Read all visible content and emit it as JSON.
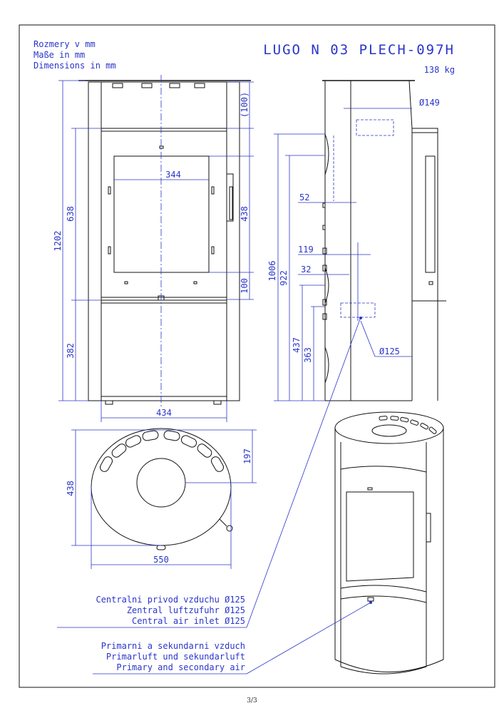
{
  "header": {
    "units": [
      "Rozmery v mm",
      "Maße in mm",
      "Dimensions in mm"
    ],
    "model": "LUGO N 03 PLECH-097H",
    "weight": "138 kg"
  },
  "front_view": {
    "overall_height": "1202",
    "door_height": "638",
    "base_height": "382",
    "top_section": "(100)",
    "window_height": "438",
    "lower_offset": "100",
    "window_width": "344",
    "body_width": "434"
  },
  "side_view": {
    "flue_diameter": "Ø149",
    "depth_offset": "52",
    "height_1006": "1006",
    "height_922": "922",
    "offset_119": "119",
    "offset_32": "32",
    "inlet_height_437": "437",
    "inlet_height_363": "363",
    "inlet_diameter": "Ø125"
  },
  "top_view": {
    "depth": "438",
    "flue_offset": "197",
    "width": "550"
  },
  "notes": {
    "central_inlet": [
      "Centralni privod vzduchu Ø125",
      "Zentral luftzufuhr Ø125",
      "Central air inlet Ø125"
    ],
    "primary_air": [
      "Primarni a sekundarni vzduch",
      "Primarluft und sekundarluft",
      "Primary and secondary air"
    ]
  },
  "page_number": "3/3"
}
